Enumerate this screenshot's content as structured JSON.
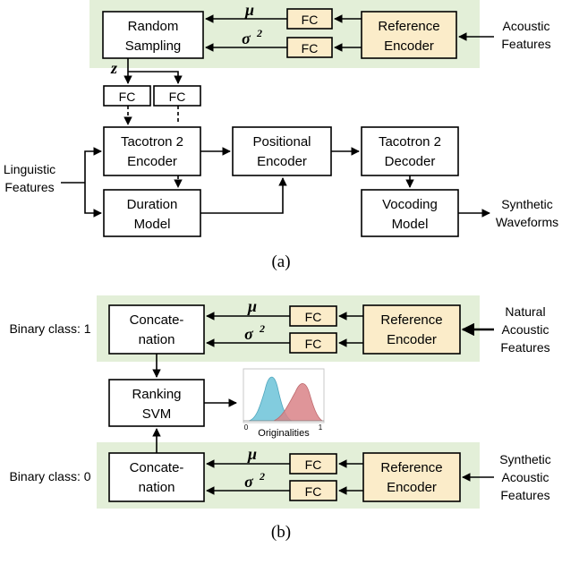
{
  "panel_a": {
    "caption": "(a)",
    "random_sampling": [
      "Random",
      "Sampling"
    ],
    "reference_encoder": [
      "Reference",
      "Encoder"
    ],
    "fc": "FC",
    "mu": "μ",
    "sigma": "σ",
    "sigma_exp": "2",
    "z": "z",
    "acoustic_features": [
      "Acoustic",
      "Features"
    ],
    "tacotron_encoder": [
      "Tacotron 2",
      "Encoder"
    ],
    "positional_encoder": [
      "Positional",
      "Encoder"
    ],
    "tacotron_decoder": [
      "Tacotron 2",
      "Decoder"
    ],
    "duration_model": [
      "Duration",
      "Model"
    ],
    "vocoding_model": [
      "Vocoding",
      "Model"
    ],
    "linguistic_features": [
      "Linguistic",
      "Features"
    ],
    "synthetic_waveforms": [
      "Synthetic",
      "Waveforms"
    ]
  },
  "panel_b": {
    "caption": "(b)",
    "binary_class_1": "Binary class: 1",
    "binary_class_0": "Binary class: 0",
    "concatenation": [
      "Concate-",
      "nation"
    ],
    "reference_encoder": [
      "Reference",
      "Encoder"
    ],
    "fc": "FC",
    "mu": "μ",
    "sigma": "σ",
    "sigma_exp": "2",
    "natural_features": [
      "Natural",
      "Acoustic",
      "Features"
    ],
    "synthetic_features": [
      "Synthetic",
      "Acoustic",
      "Features"
    ],
    "ranking_svm": [
      "Ranking",
      "SVM"
    ],
    "originalities": "Originalities",
    "axis_min": "0",
    "axis_max": "1"
  },
  "colors": {
    "green_panel": "#e3efd8",
    "encoder_fill": "#fbecc9",
    "dist_blue": "#6cc3d8",
    "dist_red": "#d98387"
  }
}
